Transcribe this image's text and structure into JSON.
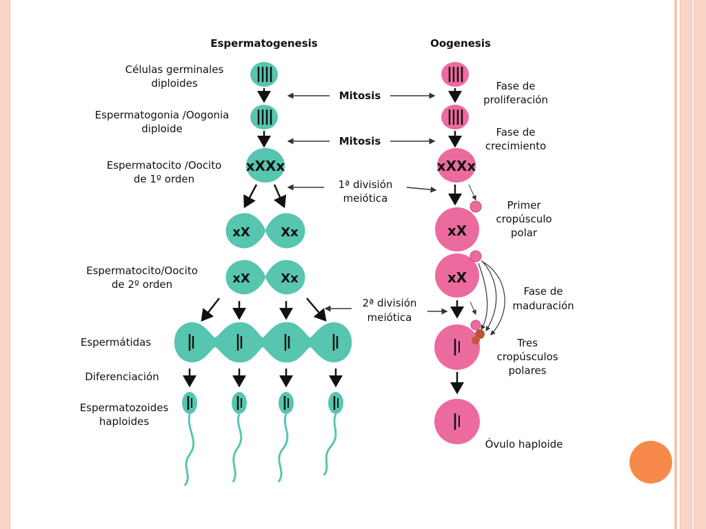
{
  "headers": {
    "left": "Espermatogenesis",
    "right": "Oogenesis"
  },
  "left_labels": {
    "germinal": [
      "Células germinales",
      "diploides"
    ],
    "spermatogonia": [
      "Espermatogonia /Oogonia",
      "diploide"
    ],
    "spermatocyte1": [
      "Espermatocito /Oocito",
      "de 1º orden"
    ],
    "spermatocyte2": [
      "Espermatocito/Oocito",
      "de 2º orden"
    ],
    "spermatids": "Espermátidas",
    "differentiation": "Diferenciación",
    "spermatozoa": [
      "Espermatozoides",
      "haploides"
    ]
  },
  "center_labels": {
    "mitosis1": "Mitosis",
    "mitosis2": "Mitosis",
    "meiosis1": [
      "1ª división",
      "meiótica"
    ],
    "meiosis2": [
      "2ª división",
      "meiótica"
    ]
  },
  "right_labels": {
    "proliferation": [
      "Fase de",
      "proliferación"
    ],
    "growth": [
      "Fase de",
      "crecimiento"
    ],
    "polar1": [
      "Primer",
      "cropúsculo",
      "polar"
    ],
    "maturation": [
      "Fase de",
      "maduración"
    ],
    "polar3": [
      "Tres",
      "cropúsculos",
      "polares"
    ],
    "ovum": "Óvulo haploide"
  },
  "colors": {
    "teal": "#57c5b0",
    "pink": "#ec6b9f",
    "frame": "#f9d5c8",
    "accent_dot": "#f78a4a"
  }
}
